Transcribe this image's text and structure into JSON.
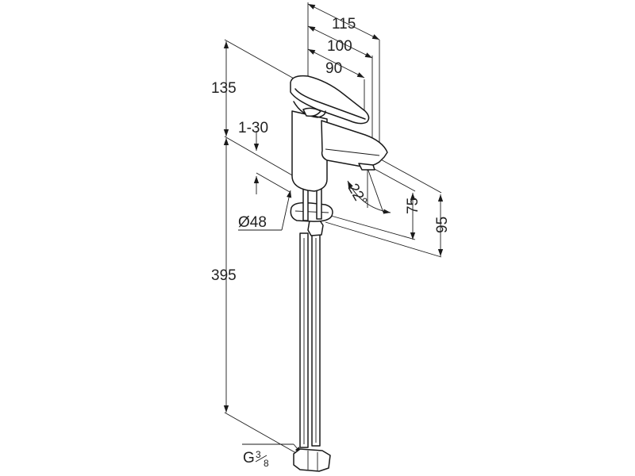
{
  "dimensions": {
    "width_total": "115",
    "width_mid": "100",
    "width_spout": "90",
    "height_top": "135",
    "deck_thickness": "1-30",
    "hole_diameter": "Ø48",
    "hose_length": "395",
    "spout_angle": "22°",
    "spout_outlet_height": "75",
    "spout_height": "95"
  },
  "connection_thread": {
    "prefix": "G",
    "fraction_num": "3",
    "fraction_den": "8"
  }
}
